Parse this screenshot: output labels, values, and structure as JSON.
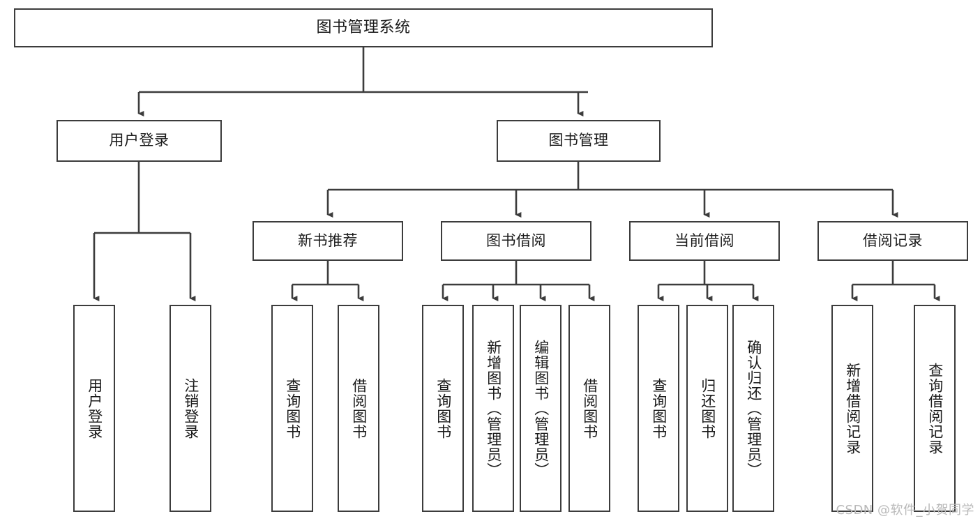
{
  "diagram": {
    "title_node": {
      "label": "图书管理系统"
    },
    "watermark": "CSDN @软件_小贺同学",
    "colors": {
      "stroke": "#3c3c3c",
      "node_fill": "#ffffff",
      "text": "#1a1a1a",
      "watermark": "#b9b9b9",
      "background": "#ffffff"
    },
    "level1": [
      {
        "label": "用户登录"
      },
      {
        "label": "图书管理"
      }
    ],
    "level2": [
      {
        "label": "新书推荐"
      },
      {
        "label": "图书借阅"
      },
      {
        "label": "当前借阅"
      },
      {
        "label": "借阅记录"
      }
    ],
    "leaves": {
      "user_login": [
        {
          "label": "用户登录"
        },
        {
          "label": "注销登录"
        }
      ],
      "new_book_recommend": [
        {
          "label": "查询图书"
        },
        {
          "label": "借阅图书"
        }
      ],
      "book_borrow": [
        {
          "label": "查询图书"
        },
        {
          "label": "新增图书（管理员）"
        },
        {
          "label": "编辑图书（管理员）"
        },
        {
          "label": "借阅图书"
        }
      ],
      "current_borrow": [
        {
          "label": "查询图书"
        },
        {
          "label": "归还图书"
        },
        {
          "label": "确认归还（管理员）"
        }
      ],
      "borrow_record": [
        {
          "label": "新增借阅记录"
        },
        {
          "label": "查询借阅记录"
        }
      ]
    }
  }
}
